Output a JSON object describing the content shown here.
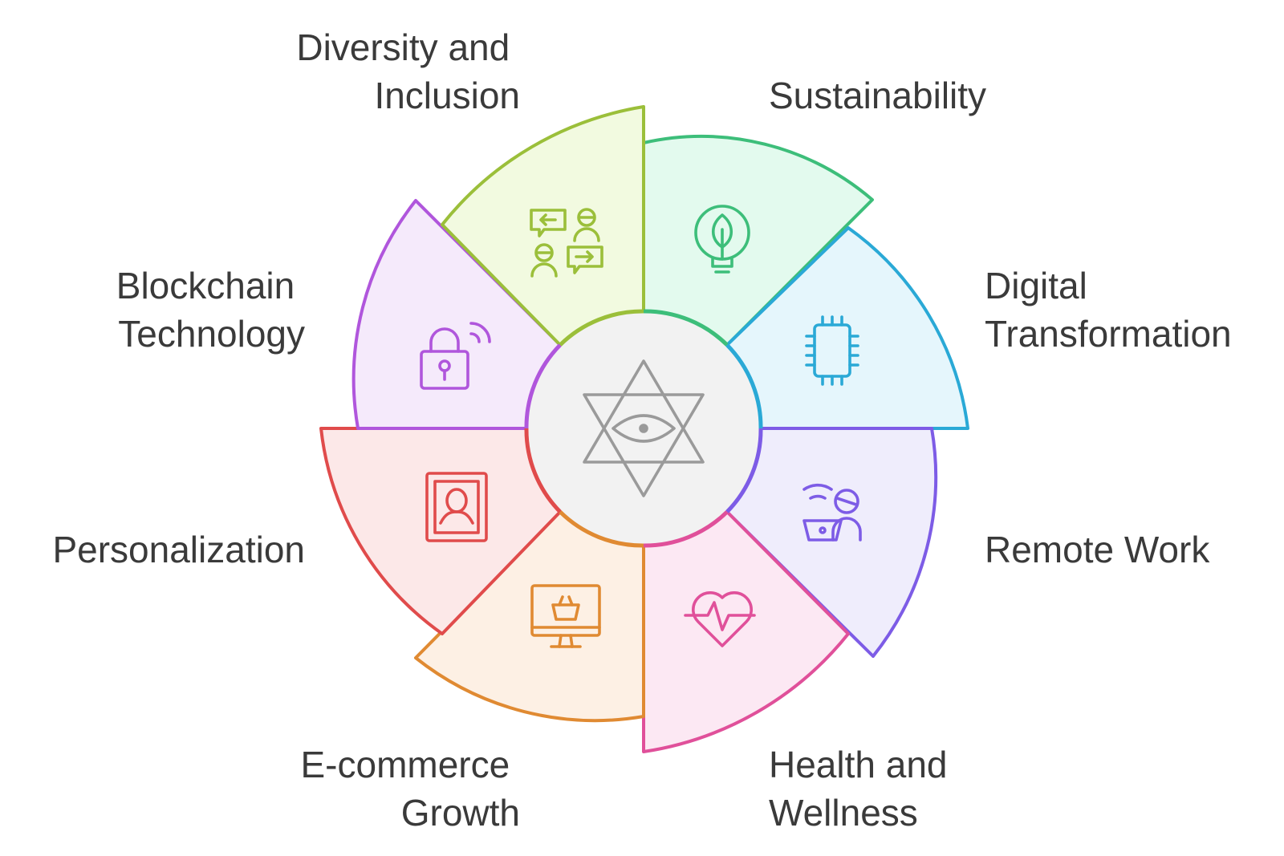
{
  "diagram": {
    "center_icon": "star-of-david-eye-icon",
    "segments": [
      {
        "id": "sustainability",
        "label_lines": [
          "Sustainability"
        ],
        "icon": "lightbulb-leaf-icon",
        "stroke": "#3DBE7A",
        "fill": "#E3FAEE"
      },
      {
        "id": "digital",
        "label_lines": [
          "Digital",
          "Transformation"
        ],
        "icon": "microchip-icon",
        "stroke": "#2AA9D6",
        "fill": "#E5F6FC"
      },
      {
        "id": "remote",
        "label_lines": [
          "Remote Work"
        ],
        "icon": "remote-worker-laptop-icon",
        "stroke": "#7D5CE6",
        "fill": "#EFEDFC"
      },
      {
        "id": "health",
        "label_lines": [
          "Health and",
          "Wellness"
        ],
        "icon": "heart-pulse-icon",
        "stroke": "#E0509A",
        "fill": "#FCE8F3"
      },
      {
        "id": "ecommerce",
        "label_lines": [
          "E-commerce",
          "Growth"
        ],
        "icon": "monitor-basket-icon",
        "stroke": "#E08A32",
        "fill": "#FDF0E4"
      },
      {
        "id": "personalization",
        "label_lines": [
          "Personalization"
        ],
        "icon": "user-portrait-icon",
        "stroke": "#E04B4B",
        "fill": "#FCE8E8"
      },
      {
        "id": "blockchain",
        "label_lines": [
          "Blockchain",
          "Technology"
        ],
        "icon": "wireless-lock-icon",
        "stroke": "#B056DC",
        "fill": "#F5EAFB"
      },
      {
        "id": "diversity",
        "label_lines": [
          "Diversity and",
          "Inclusion"
        ],
        "icon": "people-exchange-icon",
        "stroke": "#9BBF3A",
        "fill": "#F2FAE0"
      }
    ]
  }
}
